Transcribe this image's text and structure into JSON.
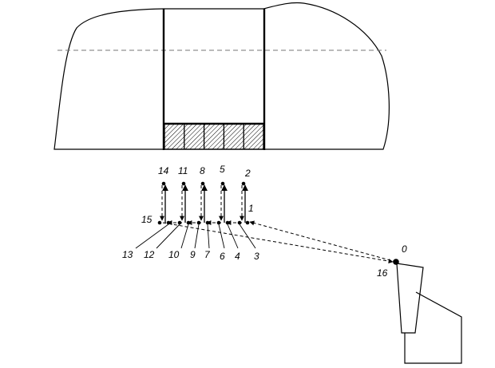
{
  "diagram": {
    "point_labels": {
      "p0": "0",
      "p1": "1",
      "p2": "2",
      "p3": "3",
      "p4": "4",
      "p5": "5",
      "p6": "6",
      "p7": "7",
      "p8": "8",
      "p9": "9",
      "p10": "10",
      "p11": "11",
      "p12": "12",
      "p13": "13",
      "p14": "14",
      "p15": "15",
      "p16": "16"
    },
    "colors": {
      "stroke": "#000000",
      "axis": "#777777",
      "hatch": "#000000"
    }
  }
}
